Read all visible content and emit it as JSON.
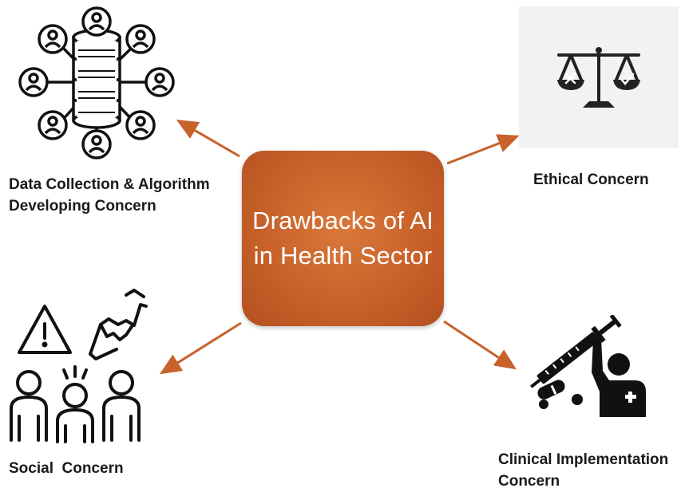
{
  "center": {
    "line1": "Drawbacks of AI",
    "line2": "in Health Sector"
  },
  "labels": {
    "data_collection_line1": "Data Collection & Algorithm",
    "data_collection_line2": "Developing Concern",
    "ethical": "Ethical Concern",
    "social": "Social  Concern",
    "clinical_line1": "Clinical Implementation",
    "clinical_line2": "Concern"
  },
  "icons": {
    "data_collection": "database-network-users-icon",
    "ethical": "balance-scale-icon",
    "social": "people-warning-icon",
    "clinical": "syringe-pills-person-icon"
  },
  "colors": {
    "accent": "#c8612a",
    "arrow": "#c8612a"
  }
}
